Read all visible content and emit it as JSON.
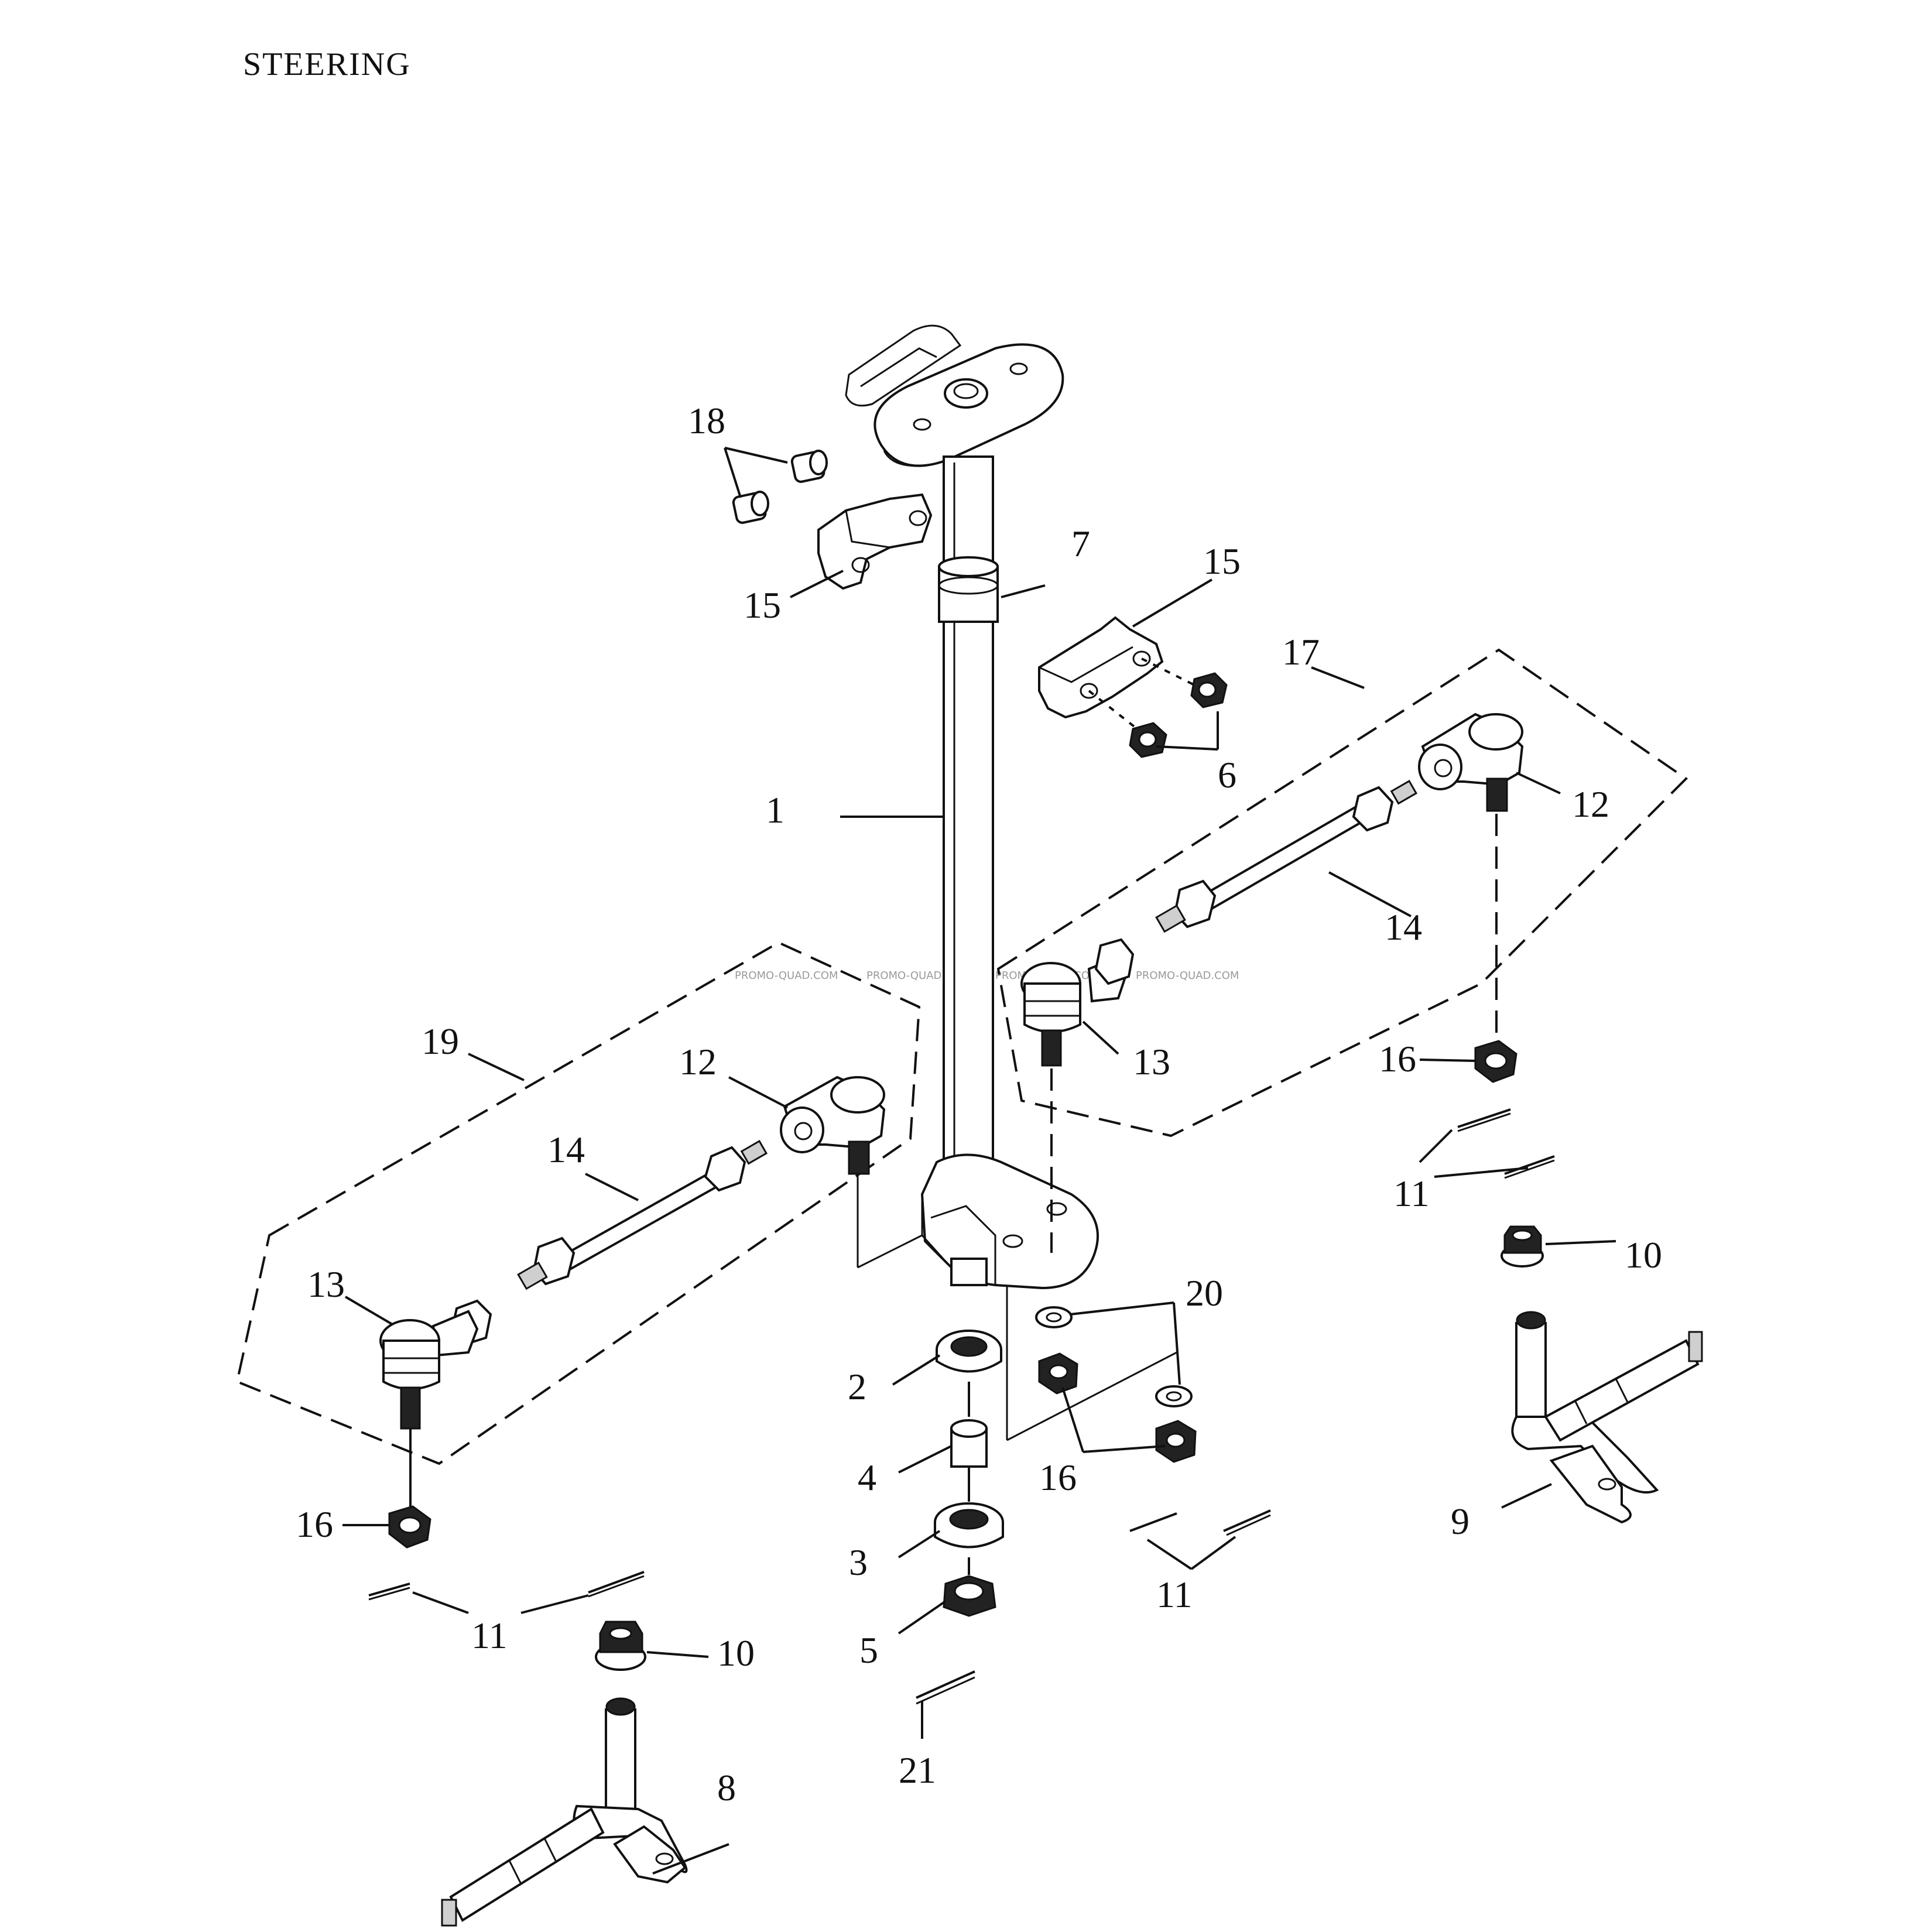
{
  "title": "STEERING",
  "watermark": "PROMO-QUAD.COM",
  "callouts": {
    "c1": "1",
    "c2": "2",
    "c3": "3",
    "c4": "4",
    "c5": "5",
    "c6": "6",
    "c7": "7",
    "c8": "8",
    "c9": "9",
    "c10a": "10",
    "c10b": "10",
    "c11a": "11",
    "c11b": "11",
    "c11c": "11",
    "c12a": "12",
    "c12b": "12",
    "c13a": "13",
    "c13b": "13",
    "c14a": "14",
    "c14b": "14",
    "c15a": "15",
    "c15b": "15",
    "c16a": "16",
    "c16b": "16",
    "c16c": "16",
    "c17": "17",
    "c18": "18",
    "c19": "19",
    "c20": "20",
    "c21": "21"
  }
}
